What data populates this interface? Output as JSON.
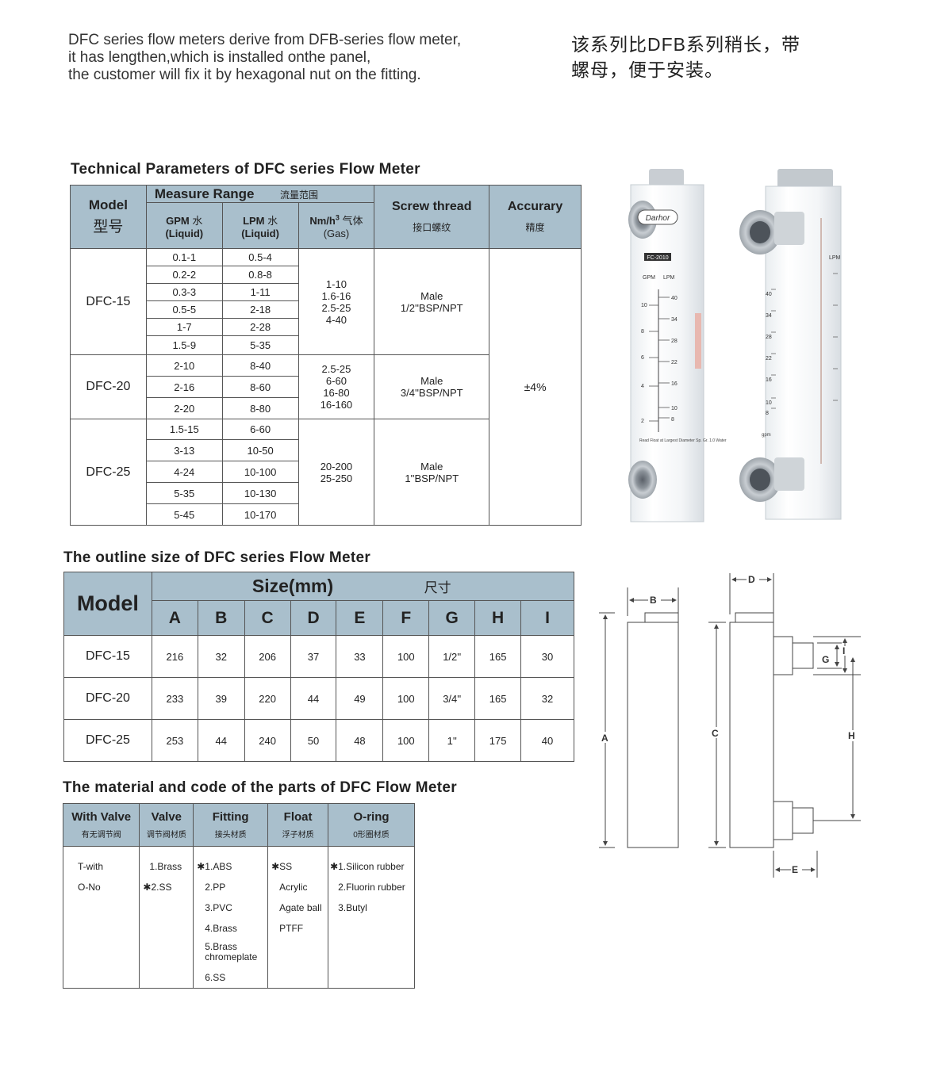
{
  "intro": {
    "en_lines": [
      "DFC series flow meters derive from DFB-series flow meter,",
      "it has lengthen,which is installed onthe panel,",
      "the customer will fix it by hexagonal nut on the fitting."
    ],
    "cn_lines": [
      "该系列比DFB系列稍长，带",
      "螺母，便于安装。"
    ]
  },
  "tech": {
    "title": "Technical Parameters of DFC series  Flow Meter",
    "headers": {
      "model": "Model",
      "model_cn": "型号",
      "measure_range": "Measure Range",
      "measure_range_cn": "流量范围",
      "gpm": "GPM",
      "gpm_cn": "水",
      "liquid": "(Liquid)",
      "lpm": "LPM",
      "lpm_cn": "水",
      "liquid2": "(Liquid)",
      "nm": "Nm/h",
      "nm_sup": "3",
      "nm_cn": "气体",
      "gas": "(Gas)",
      "screw": "Screw thread",
      "screw_cn": "接口螺纹",
      "accuracy": "Accurary",
      "accuracy_cn": "精度"
    },
    "accuracy_value": "±4%",
    "groups": [
      {
        "model": "DFC-15",
        "gas": [
          "1-10",
          "1.6-16",
          "2.5-25",
          "4-40"
        ],
        "thread": [
          "Male",
          "1/2''BSP/NPT"
        ],
        "rows": [
          [
            "0.1-1",
            "0.5-4"
          ],
          [
            "0.2-2",
            "0.8-8"
          ],
          [
            "0.3-3",
            "1-11"
          ],
          [
            "0.5-5",
            "2-18"
          ],
          [
            "1-7",
            "2-28"
          ],
          [
            "1.5-9",
            "5-35"
          ]
        ]
      },
      {
        "model": "DFC-20",
        "gas": [
          "2.5-25",
          "6-60",
          "16-80",
          "16-160"
        ],
        "thread": [
          "Male",
          "3/4''BSP/NPT"
        ],
        "rows": [
          [
            "2-10",
            "8-40"
          ],
          [
            "2-16",
            "8-60"
          ],
          [
            "2-20",
            "8-80"
          ]
        ]
      },
      {
        "model": "DFC-25",
        "gas": [
          "20-200",
          "25-250"
        ],
        "thread": [
          "Male",
          "1''BSP/NPT"
        ],
        "rows": [
          [
            "1.5-15",
            "6-60"
          ],
          [
            "3-13",
            "10-50"
          ],
          [
            "4-24",
            "10-100"
          ],
          [
            "5-35",
            "10-130"
          ],
          [
            "5-45",
            "10-170"
          ]
        ]
      }
    ]
  },
  "outline": {
    "title": "The outline size of DFC series Flow Meter",
    "model_label": "Model",
    "size_label": "Size(mm)",
    "size_cn": "尺寸",
    "columns": [
      "A",
      "B",
      "C",
      "D",
      "E",
      "F",
      "G",
      "H",
      "I"
    ],
    "rows": [
      {
        "model": "DFC-15",
        "values": [
          "216",
          "32",
          "206",
          "37",
          "33",
          "100",
          "1/2''",
          "165",
          "30"
        ]
      },
      {
        "model": "DFC-20",
        "values": [
          "233",
          "39",
          "220",
          "44",
          "49",
          "100",
          "3/4''",
          "165",
          "32"
        ]
      },
      {
        "model": "DFC-25",
        "values": [
          "253",
          "44",
          "240",
          "50",
          "48",
          "100",
          "1''",
          "175",
          "40"
        ]
      }
    ]
  },
  "material": {
    "title": "The material and code of the parts  of DFC Flow Meter",
    "columns": [
      {
        "label": "With Valve",
        "cn": "有无调节阀",
        "items": [
          "T-with",
          "O-No"
        ]
      },
      {
        "label": "Valve",
        "cn": "调节阀材质",
        "items": [
          "1.Brass",
          "✱2.SS"
        ]
      },
      {
        "label": "Fitting",
        "cn": "接头材质",
        "items": [
          "✱1.ABS",
          "2.PP",
          "3.PVC",
          "4.Brass",
          "5.Brass chromeplate",
          "6.SS"
        ]
      },
      {
        "label": "Float",
        "cn": "浮子材质",
        "items": [
          "✱SS",
          "Acrylic",
          "Agate ball",
          "PTFF"
        ]
      },
      {
        "label": "O-ring",
        "cn": "0形圈材质",
        "items": [
          "✱1.Silicon rubber",
          "2.Fluorin rubber",
          "3.Butyl"
        ]
      }
    ]
  },
  "photo": {
    "brand": "Darhor",
    "model_tag": "FC-2010",
    "gpm_label": "GPM",
    "lpm_label": "LPM",
    "gpm_ticks": [
      "10",
      "8",
      "6",
      "4",
      "2"
    ],
    "lpm_ticks": [
      "40",
      "34",
      "28",
      "22",
      "16",
      "10",
      "8"
    ],
    "right_ticks": [
      "40",
      "34",
      "28",
      "22",
      "16",
      "10",
      "8"
    ],
    "note": "Read Float at Largest Diameter Sp. Gr. 1.0 Water",
    "right_top": "LPM",
    "right_unit": "gpm"
  },
  "diagram": {
    "labels": {
      "A": "A",
      "B": "B",
      "C": "C",
      "D": "D",
      "E": "E",
      "G": "G",
      "H": "H",
      "I": "I"
    }
  },
  "colors": {
    "header_fill": "#a9bfcc",
    "border": "#555555"
  }
}
